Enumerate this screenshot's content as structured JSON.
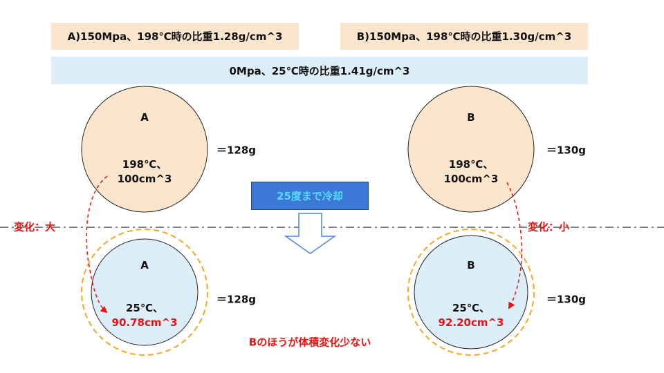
{
  "header": {
    "condition_a": "A)150Mpa、198℃時の比重1.28g/cm^3",
    "condition_b": "B)150Mpa、198℃時の比重1.30g/cm^3",
    "reference": "0Mpa、25℃時の比重1.41g/cm^3"
  },
  "sample_a": {
    "hot": {
      "name": "A",
      "temp": "198℃、",
      "volume": "100cm^3"
    },
    "cold": {
      "name": "A",
      "temp": "25℃、",
      "volume": "90.78cm^3"
    },
    "mass_hot": "＝128g",
    "mass_cold": "＝128g",
    "change_label": "変化：大"
  },
  "sample_b": {
    "hot": {
      "name": "B",
      "temp": "198℃、",
      "volume": "100cm^3"
    },
    "cold": {
      "name": "B",
      "temp": "25℃、",
      "volume": "92.20cm^3"
    },
    "mass_hot": "＝130g",
    "mass_cold": "＝130g",
    "change_label": "変化：小"
  },
  "process": {
    "cool_label": "25度まで冷却"
  },
  "conclusion": "Bのほうが体積変化少ない",
  "colors": {
    "hot_fill": "#fce5cd",
    "cold_fill": "#ddeefb",
    "dashed_ring": "#f6a623",
    "accent_red": "#ee1111",
    "button_blue": "#3c78d8",
    "arrow_blue": "#4a86e8"
  }
}
